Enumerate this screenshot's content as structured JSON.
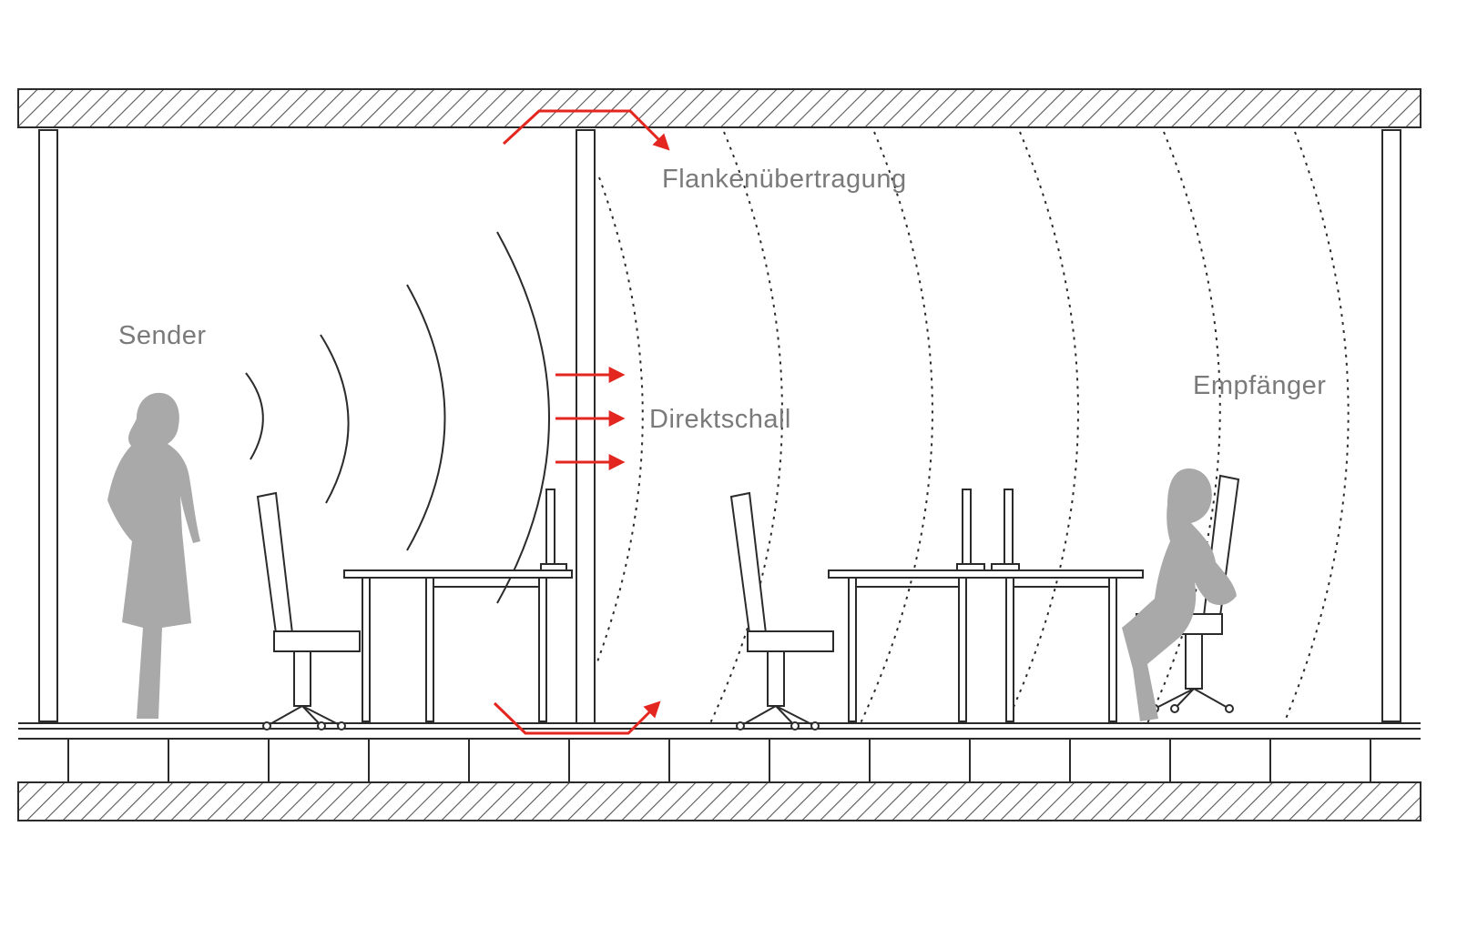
{
  "labels": {
    "sender": "Sender",
    "flanking": "Flankenübertragung",
    "direct": "Direktschall",
    "receiver": "Empfänger"
  },
  "colors": {
    "line": "#2b2b2b",
    "hatch": "#555555",
    "figure": "#a9a9a9",
    "arrow": "#e3261f",
    "text": "#7a7a7a"
  }
}
